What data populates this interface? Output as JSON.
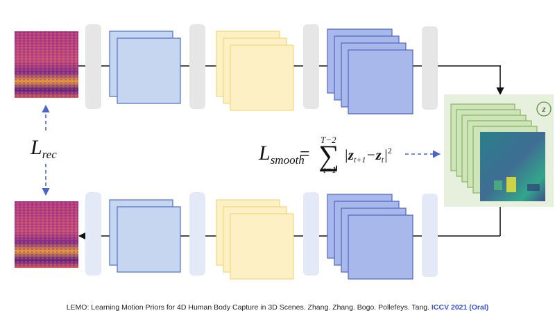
{
  "diagram": {
    "labels": {
      "l_rec_main": "L",
      "l_rec_sub": "rec",
      "l_smooth_main": "L",
      "l_smooth_sub": "smooth",
      "equals": "=",
      "sum_symbol": "∑",
      "sum_upper": "T−2",
      "sum_lower": "t=1",
      "norm_open": "|",
      "z1": "z",
      "z1_sub": "t+1",
      "minus": "−",
      "z2": "z",
      "z2_sub": "t",
      "norm_close": "|",
      "norm_power": "2",
      "latent_symbol": "z"
    },
    "colors": {
      "gray_block": "#e6e6e6",
      "light_block": "#e4e9f7",
      "blue_fill": "#c6d6f0",
      "blue_stroke": "#4d6fc4",
      "yellow_fill": "#fdf0c4",
      "yellow_stroke": "#f2d77a",
      "deep_blue_fill": "#a9b8ea",
      "deep_blue_stroke": "#4f66c6",
      "green_panel": "#e6f0dc",
      "green_fill": "#cfe5b7",
      "green_stroke": "#7fae62",
      "arrow": "#111111",
      "dashed_arrow": "#4a64c8"
    }
  },
  "citation": {
    "text": "LEMO: Learning Motion Priors for 4D Human Body Capture in 3D Scenes. Zhang. Zhang. Bogo. Pollefeys. Tang.",
    "venue": "ICCV 2021 (Oral)"
  }
}
